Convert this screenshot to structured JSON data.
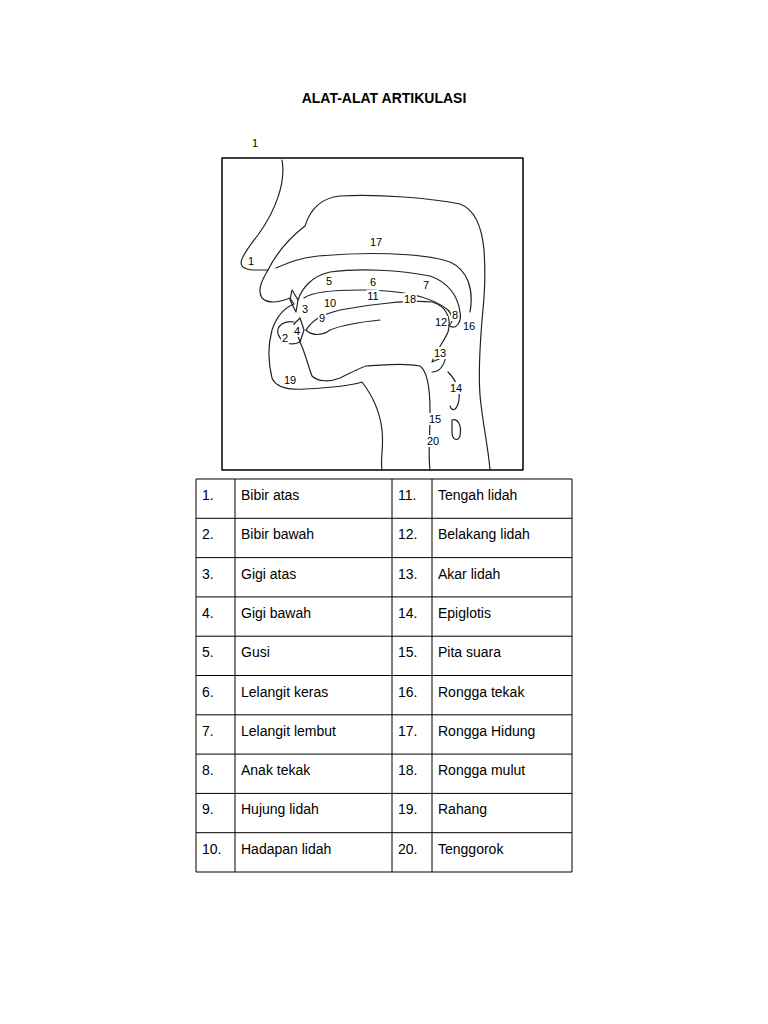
{
  "diagram": {
    "title": "ALAT-ALAT ARTIKULASI",
    "labels": [
      "1",
      "17",
      "1",
      "5",
      "6",
      "7",
      "11",
      "18",
      "10",
      "3",
      "8",
      "9",
      "12",
      "16",
      "4",
      "2",
      "13",
      "19",
      "14",
      "15",
      "20",
      "1.",
      "Bibir atas",
      "11.",
      "Tengah lidah",
      "2.",
      "Bibir bawah",
      "12.",
      "Belakang lidah",
      "3.",
      "Gigi atas",
      "13.",
      "Akar lidah",
      "4.",
      "Gigi bawah",
      "14.",
      "Epiglotis",
      "5.",
      "Gusi",
      "15.",
      "Pita suara",
      "6.",
      "Lelangit keras",
      "16.",
      "Rongga tekak",
      "7.",
      "Lelangit lembut",
      "17.",
      "Rongga Hidung",
      "8.",
      "Anak tekak",
      "18.",
      "Rongga mulut",
      "9.",
      "Hujung lidah",
      "19.",
      "Rahang",
      "10.",
      "Hadapan lidah",
      "20.",
      "Tenggorok"
    ]
  }
}
